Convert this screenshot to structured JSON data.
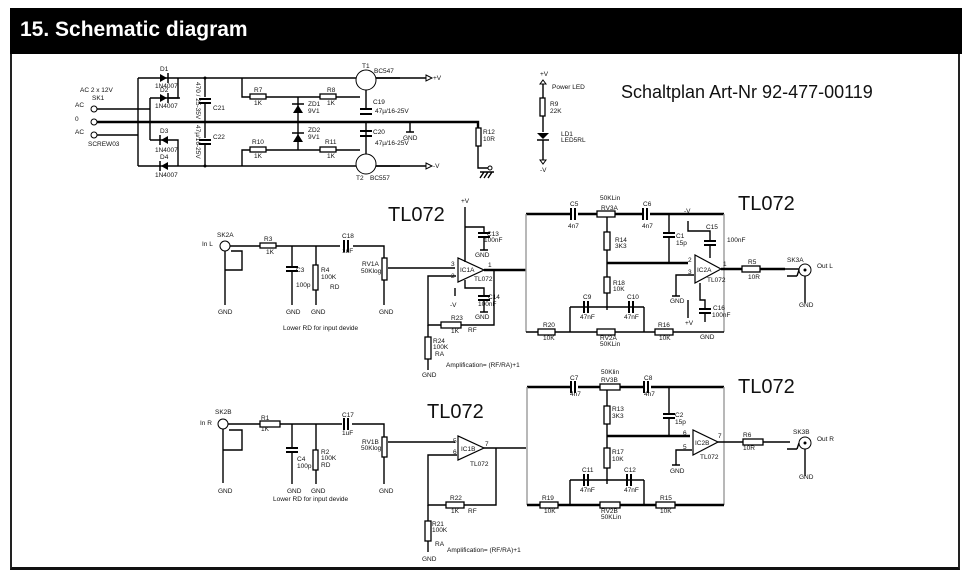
{
  "header": {
    "title": "15. Schematic diagram"
  },
  "title_note": "Schaltplan Art-Nr 92-477-00119",
  "power_supply": {
    "input_label": "AC 2 x 12V",
    "connector": "SK1",
    "connector_type": "SCREW03",
    "pins": [
      "AC",
      "0",
      "AC"
    ],
    "diodes": [
      {
        "ref": "D1",
        "value": "1N4007"
      },
      {
        "ref": "D2",
        "value": "1N4007"
      },
      {
        "ref": "D3",
        "value": "1N4007"
      },
      {
        "ref": "D4",
        "value": "1N4007"
      }
    ],
    "caps": [
      {
        "ref": "C21",
        "value": "470 / 25-35V"
      },
      {
        "ref": "C22",
        "value": "470 / 25-35V"
      },
      {
        "ref": "C19",
        "value": "47µ/16-25V"
      },
      {
        "ref": "C20",
        "value": "47µ/16-25V"
      }
    ],
    "resistors": [
      {
        "ref": "R7",
        "value": "1K"
      },
      {
        "ref": "R8",
        "value": "1K"
      },
      {
        "ref": "R10",
        "value": "1K"
      },
      {
        "ref": "R11",
        "value": "1K"
      },
      {
        "ref": "R12",
        "value": "10R"
      }
    ],
    "zeners": [
      {
        "ref": "ZD1",
        "value": "9V1"
      },
      {
        "ref": "ZD2",
        "value": "9V1"
      }
    ],
    "transistors": [
      {
        "ref": "T1",
        "value": "BC547"
      },
      {
        "ref": "T2",
        "value": "BC557"
      }
    ],
    "rails": {
      "pos": "+V",
      "neg": "-V",
      "gnd": "GND"
    }
  },
  "power_led": {
    "label": "Power LED",
    "pos": "+V",
    "neg": "-V",
    "resistor": {
      "ref": "R9",
      "value": "22K"
    },
    "led": {
      "ref": "LD1",
      "value": "LED5RL"
    }
  },
  "channel_left": {
    "opamp_title_1": "TL072",
    "opamp_title_2": "TL072",
    "input_jack": "SK2A",
    "input_label": "In L",
    "output_jack": "SK3A",
    "output_label": "Out L",
    "note_rd": "Lower RD for input devide",
    "amp_formula": "Amplification= (RF/RA)+1",
    "gnd": "GND",
    "pos": "+V",
    "neg": "-V",
    "parts": {
      "R3": {
        "ref": "R3",
        "value": "1K"
      },
      "C3": {
        "ref": "C3",
        "value": "100p"
      },
      "R4": {
        "ref": "R4",
        "value": "100K"
      },
      "R4_note": "RD",
      "C18": {
        "ref": "C18",
        "value": "1uF"
      },
      "RV1A": {
        "ref": "RV1A",
        "value": "50Klog"
      },
      "IC1A": {
        "ref": "IC1A",
        "value": "TL072"
      },
      "C13": {
        "ref": "C13",
        "value": "100nF"
      },
      "C14": {
        "ref": "C14",
        "value": "100nF"
      },
      "R23": {
        "ref": "R23",
        "value": "1K"
      },
      "R23_note": "RF",
      "R24": {
        "ref": "R24",
        "value": "100K"
      },
      "R24_note": "RA",
      "C5": {
        "ref": "C5",
        "value": "4n7"
      },
      "RV3A": {
        "ref": "RV3A",
        "value": "50KLin"
      },
      "C6": {
        "ref": "C6",
        "value": "4n7"
      },
      "R14": {
        "ref": "R14",
        "value": "3K3"
      },
      "R18": {
        "ref": "R18",
        "value": "10K"
      },
      "C9": {
        "ref": "C9",
        "value": "47nF"
      },
      "C10": {
        "ref": "C10",
        "value": "47nF"
      },
      "R20": {
        "ref": "R20",
        "value": "10K"
      },
      "RV2A": {
        "ref": "RV2A",
        "value": "50KLin"
      },
      "R16": {
        "ref": "R16",
        "value": "10K"
      },
      "C1": {
        "ref": "C1",
        "value": "15p"
      },
      "C15": {
        "ref": "C15",
        "value": "100nF"
      },
      "C16": {
        "ref": "C16",
        "value": "100nF"
      },
      "IC2A": {
        "ref": "IC2A",
        "value": "TL072"
      },
      "R5": {
        "ref": "R5",
        "value": "10R"
      }
    },
    "pins": {
      "ic1_in_p": "3",
      "ic1_in_n": "2",
      "ic1_out": "1",
      "ic2_in_n": "2",
      "ic2_in_p": "3",
      "ic2_out": "1"
    }
  },
  "channel_right": {
    "opamp_title_1": "TL072",
    "opamp_title_2": "TL072",
    "input_jack": "SK2B",
    "input_label": "In R",
    "output_jack": "SK3B",
    "output_label": "Out R",
    "note_rd": "Lower RD for input devide",
    "amp_formula": "Amplification= (RF/RA)+1",
    "gnd": "GND",
    "parts": {
      "R1": {
        "ref": "R1",
        "value": "1K"
      },
      "C4": {
        "ref": "C4",
        "value": "100p"
      },
      "R2": {
        "ref": "R2",
        "value": "100K"
      },
      "R2_note": "RD",
      "C17": {
        "ref": "C17",
        "value": "1uF"
      },
      "RV1B": {
        "ref": "RV1B",
        "value": "50Klog"
      },
      "IC1B": {
        "ref": "IC1B",
        "value": "TL072"
      },
      "R22": {
        "ref": "R22",
        "value": "1K"
      },
      "R22_note": "RF",
      "R21": {
        "ref": "R21",
        "value": "100K"
      },
      "R21_note": "RA",
      "C7": {
        "ref": "C7",
        "value": "4n7"
      },
      "RV3B": {
        "ref": "RV3B",
        "value": "50Klin"
      },
      "C8": {
        "ref": "C8",
        "value": "4n7"
      },
      "R13": {
        "ref": "R13",
        "value": "3K3"
      },
      "R17": {
        "ref": "R17",
        "value": "10K"
      },
      "C11": {
        "ref": "C11",
        "value": "47nF"
      },
      "C12": {
        "ref": "C12",
        "value": "47nF"
      },
      "R19": {
        "ref": "R19",
        "value": "10K"
      },
      "RV2B": {
        "ref": "RV2B",
        "value": "50KLin"
      },
      "R15": {
        "ref": "R15",
        "value": "10K"
      },
      "C2": {
        "ref": "C2",
        "value": "15p"
      },
      "IC2B": {
        "ref": "IC2B",
        "value": "TL072"
      },
      "R6": {
        "ref": "R6",
        "value": "10R"
      }
    },
    "pins": {
      "ic1_in_p": "5",
      "ic1_in_n": "6",
      "ic1_out": "7",
      "ic2_in_n": "6",
      "ic2_in_p": "5",
      "ic2_out": "7"
    }
  }
}
